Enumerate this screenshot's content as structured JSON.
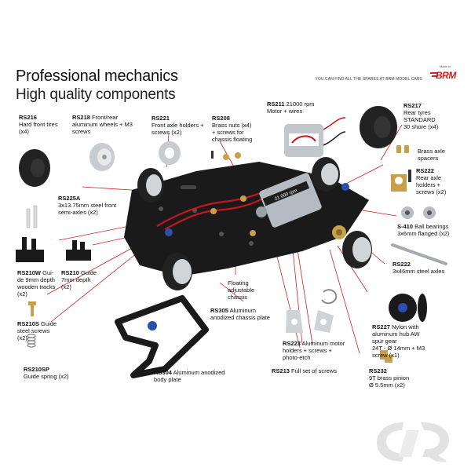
{
  "header": {
    "title": "Professional mechanics",
    "subtitle": "High quality components",
    "tagline": "YOU CAN FIND ALL THE SPARES AT BRM MODEL CARS",
    "brand_small": "Made in",
    "brand_big": "BRM"
  },
  "colors": {
    "accent_red": "#d12020",
    "chassis_black": "#1a1a1a",
    "tire_black": "#222222",
    "aluminum": "#c8ccd0",
    "brass": "#c9a04a",
    "blue_anodized": "#2b4fb0"
  },
  "parts": [
    {
      "id": "rs216",
      "code": "RS216",
      "text": "Hard front tires\n(x4)"
    },
    {
      "id": "rs218",
      "code": "RS218",
      "text": "Front/rear\naluminum wheels + M3\nscrews"
    },
    {
      "id": "rs221",
      "code": "RS221",
      "text": "Front axle holders +\nscrews (x2)"
    },
    {
      "id": "rs208",
      "code": "RS208",
      "text": "Brass nuts (x4)\n+ screws for\nchassis floating"
    },
    {
      "id": "rs211",
      "code": "RS211",
      "text": "21000 rpm\nMotor + wires"
    },
    {
      "id": "rs217",
      "code": "RS217",
      "text": "Rear tyres\nSTANDARD\n30 shore (x4)"
    },
    {
      "id": "brass_spacers",
      "code": "",
      "text": "Brass axle\nspacers"
    },
    {
      "id": "rs222a",
      "code": "RS222",
      "text": "Rear axle\nholders +\nscrews (x2)"
    },
    {
      "id": "rs225a",
      "code": "RS225A",
      "text": "3x13.75mm steel front\nsemi-axles (x2)"
    },
    {
      "id": "s410",
      "code": "S-410",
      "text": "Ball bearings\n3x6mm flanged (x2)"
    },
    {
      "id": "rs210w",
      "code": "RS210W",
      "text": "Gui-\nde 9mm depth\nwooden tracks\n(x2)"
    },
    {
      "id": "rs210",
      "code": "RS210",
      "text": "Guide\n7mm depth\n(x2)"
    },
    {
      "id": "rs222b",
      "code": "RS222",
      "text": "3x46mm steel axles"
    },
    {
      "id": "floating",
      "code": "",
      "text": "Floating\nadjustable\nchassis"
    },
    {
      "id": "rs305",
      "code": "RS305",
      "text": "Aluminum\nanodized chassis plate"
    },
    {
      "id": "rs210s",
      "code": "RS210S",
      "text": "Guide\nsteel screws\n(x2)"
    },
    {
      "id": "rs223",
      "code": "RS223",
      "text": "Aluminum motor\nholders + screws +\nphoto-etch"
    },
    {
      "id": "rs227",
      "code": "RS227",
      "text": "Nylon with\naluminum hub AW\nspur gear\n24T - Ø 14mm + M3\nscrew (x1)"
    },
    {
      "id": "rs210sp",
      "code": "RS210SP",
      "text": "Guide spring (x2)"
    },
    {
      "id": "rs213",
      "code": "RS213",
      "text": "Full set of screws"
    },
    {
      "id": "rs304",
      "code": "RS304",
      "text": "Aluminum anodized\nbody plate"
    },
    {
      "id": "rs232",
      "code": "RS232",
      "text": "9T brass pinion\nØ 5.5mm (x2)"
    }
  ],
  "motor_label": "21 000 rpm"
}
